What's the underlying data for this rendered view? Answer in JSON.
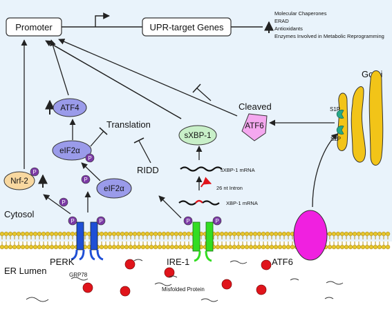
{
  "colors": {
    "cytosol": "#e9f3fb",
    "lumen": "#ffffff",
    "membrane_head": "#e6c52a",
    "membrane_tail": "#b8941b",
    "perk": "#1f4fd6",
    "ire1": "#33dd22",
    "atf6": "#f020e0",
    "golgi": "#f2c418",
    "s1p_s2p": "#25a98a",
    "phospho": "#7b3aa5",
    "eif2a": "#9a9bea",
    "nrf2": "#f8d8a0",
    "sxbp1": "#c8efc8",
    "atf6_cleaved": "#f4a8ef",
    "misfolded": "#e0141b",
    "intron": "#e0141b"
  },
  "labels": {
    "promoter": "Promoter",
    "upr_target_genes": "UPR-target Genes",
    "targets": [
      "Molecular Chaperones",
      "ERAD",
      "Antioxidants",
      "Enzymes Involved in Metabolic Reprogramming"
    ],
    "golgi": "Golgi",
    "s1p": "S1P",
    "s2p": "S2P",
    "cleaved": "Cleaved",
    "atf6_cleaved": "ATF6",
    "atf4": "ATF4",
    "translation": "Translation",
    "eif2a_p": "eIF2α",
    "eif2a": "eIF2α",
    "nrf2": "Nrf-2",
    "sxbp1": "sXBP-1",
    "sxbp1_mrna": "sXBP-1 mRNA",
    "intron": "26 nt Intron",
    "xbp1_mrna": "XBP-1 mRNA",
    "ridd": "RIDD",
    "cytosol": "Cytosol",
    "perk": "PERK",
    "ire1": "IRE-1",
    "atf6": "ATF6",
    "er_lumen": "ER Lumen",
    "grp78": "GRP78",
    "misfolded_protein": "Misfolded Protein",
    "phospho": "P"
  }
}
